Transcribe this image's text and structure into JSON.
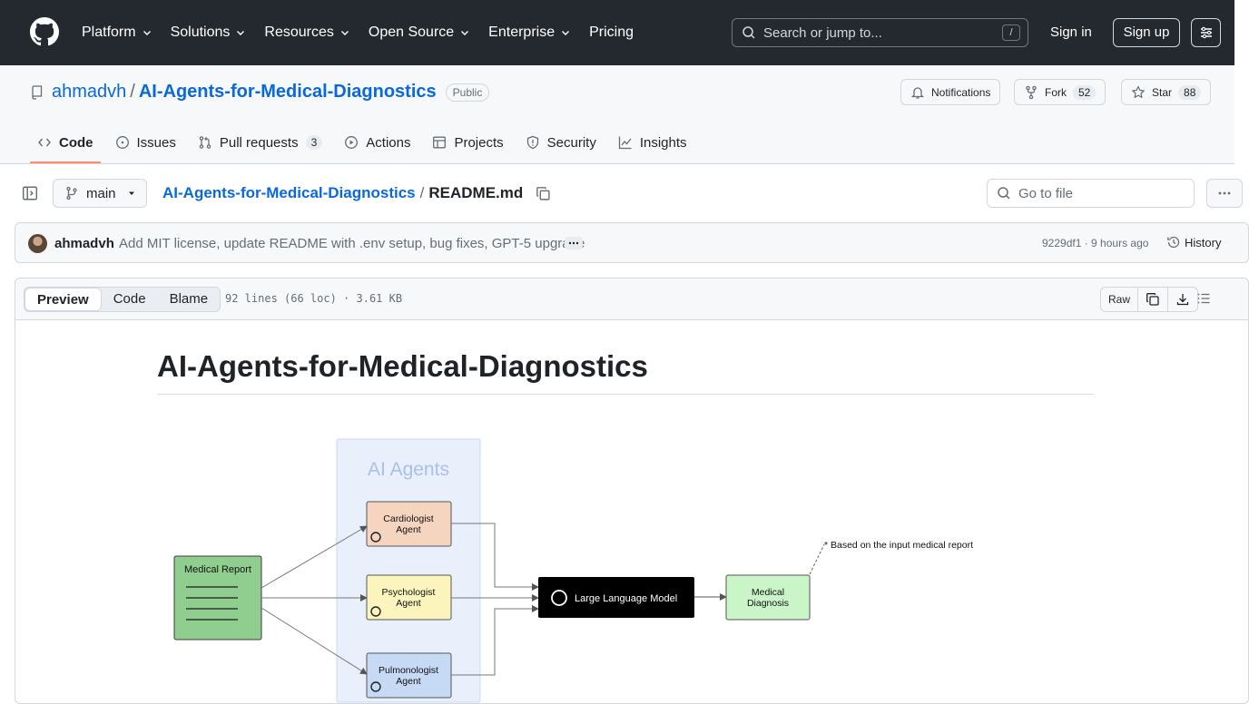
{
  "header": {
    "nav": [
      "Platform",
      "Solutions",
      "Resources",
      "Open Source",
      "Enterprise",
      "Pricing"
    ],
    "search_placeholder": "Search or jump to...",
    "search_shortcut": "/",
    "sign_in": "Sign in",
    "sign_up": "Sign up"
  },
  "repo": {
    "owner": "ahmadvh",
    "separator": "/",
    "name": "AI-Agents-for-Medical-Diagnostics",
    "visibility": "Public",
    "notifications_label": "Notifications",
    "fork_label": "Fork",
    "fork_count": "52",
    "star_label": "Star",
    "star_count": "88"
  },
  "tabs": [
    {
      "label": "Code",
      "icon": "code-icon",
      "active": true
    },
    {
      "label": "Issues",
      "icon": "issue-icon"
    },
    {
      "label": "Pull requests",
      "icon": "pull-request-icon",
      "count": "3"
    },
    {
      "label": "Actions",
      "icon": "play-icon"
    },
    {
      "label": "Projects",
      "icon": "table-icon"
    },
    {
      "label": "Security",
      "icon": "shield-icon"
    },
    {
      "label": "Insights",
      "icon": "graph-icon"
    }
  ],
  "file_nav": {
    "branch": "main",
    "crumb_repo": "AI-Agents-for-Medical-Diagnostics",
    "crumb_sep": "/",
    "crumb_file": "README.md",
    "goto_placeholder": "Go to file"
  },
  "commit": {
    "author": "ahmadvh",
    "message": "Add MIT license, update README with .env setup, bug fixes, GPT-5 upgrade",
    "meta": "9229df1 · 9 hours ago",
    "history_label": "History"
  },
  "viewer": {
    "modes": [
      "Preview",
      "Code",
      "Blame"
    ],
    "active_mode": "Preview",
    "info": "92 lines (66 loc) · 3.61 KB",
    "raw_label": "Raw"
  },
  "readme": {
    "title": "AI-Agents-for-Medical-Diagnostics"
  },
  "diagram": {
    "group_label": "AI Agents",
    "input_label": "Medical Report",
    "agents": [
      {
        "line1": "Cardiologist",
        "line2": "Agent",
        "color": "#f5d5c0"
      },
      {
        "line1": "Psychologist",
        "line2": "Agent",
        "color": "#fbf5bd"
      },
      {
        "line1": "Pulmonologist",
        "line2": "Agent",
        "color": "#c6d9f5"
      }
    ],
    "llm_label": "Large Language Model",
    "output_line1": "Medical",
    "output_line2": "Diagnosis",
    "note": "* Based on the input medical report"
  },
  "colors": {
    "header_bg": "#24292f",
    "link": "#0969da",
    "active_tab_underline": "#fd8c73",
    "report_fill": "#8fce8f",
    "diagnosis_fill": "#c9f5c9",
    "group_fill": "#e9f0fc"
  }
}
